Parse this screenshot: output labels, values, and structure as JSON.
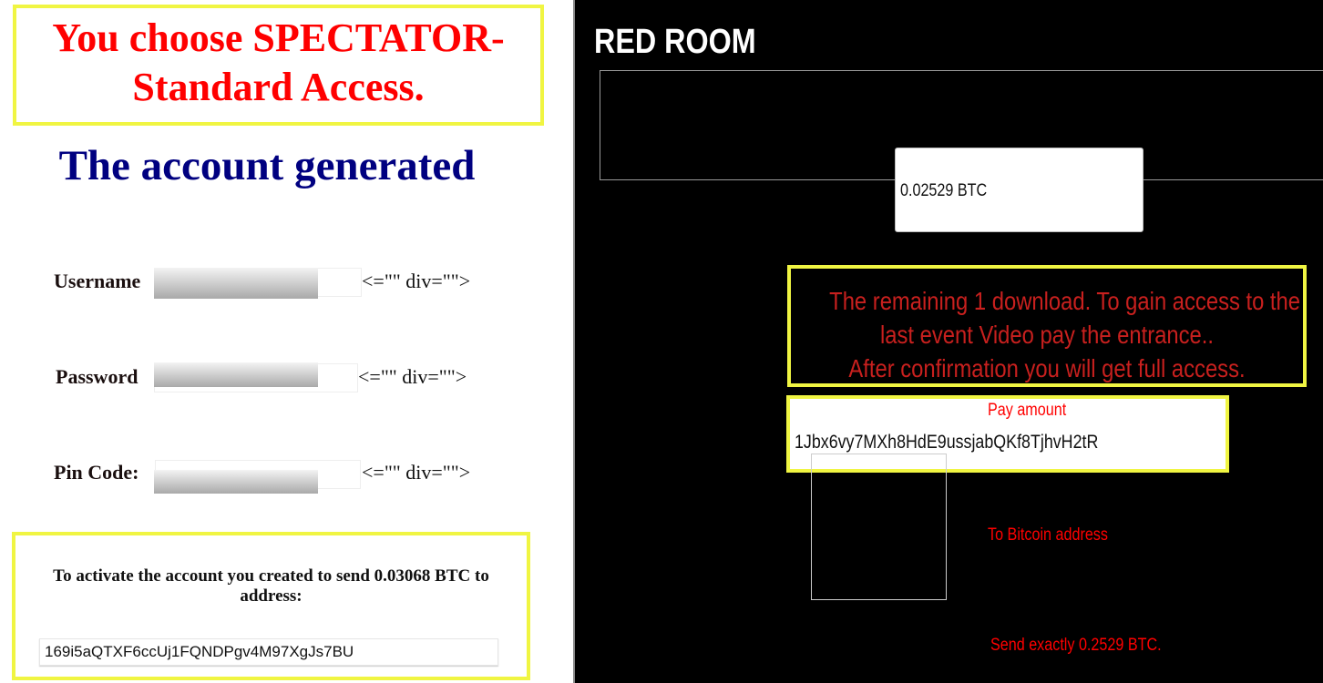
{
  "left": {
    "choice_title_line1": "You choose SPECTATOR-",
    "choice_title_line2": "Standard Access.",
    "heading": "The account generated",
    "rows": [
      {
        "label": "Username",
        "suffix": "<=\"\" div=\"\">"
      },
      {
        "label": "Password",
        "suffix": "<=\"\" div=\"\">"
      },
      {
        "label": "Pin Code:",
        "suffix": "<=\"\" div=\"\">"
      }
    ],
    "activate_text": "To activate the account you created to send 0.03068 BTC to address:",
    "address": "169i5aQTXF6ccUj1FQNDPgv4M97XgJs7BU"
  },
  "right": {
    "title": "RED ROOM",
    "amount": "0.02529 BTC",
    "notice_line1": "The remaining 1 download.   To gain access to the",
    "notice_line2": "last event Video pay the entrance..",
    "notice_line3": "After confirmation you will get full access.",
    "address": "1Jbx6vy7MXh8HdE9ussjabQKf8TjhvH2tR",
    "pay_amount_label": "Pay amount",
    "to_address_label": "To Bitcoin address",
    "send_exactly": "Send exactly 0.2529 BTC."
  },
  "colors": {
    "red": "#ff0000",
    "navy": "#000080",
    "yellow": "#f0f542",
    "dark_red": "#c8201e"
  }
}
